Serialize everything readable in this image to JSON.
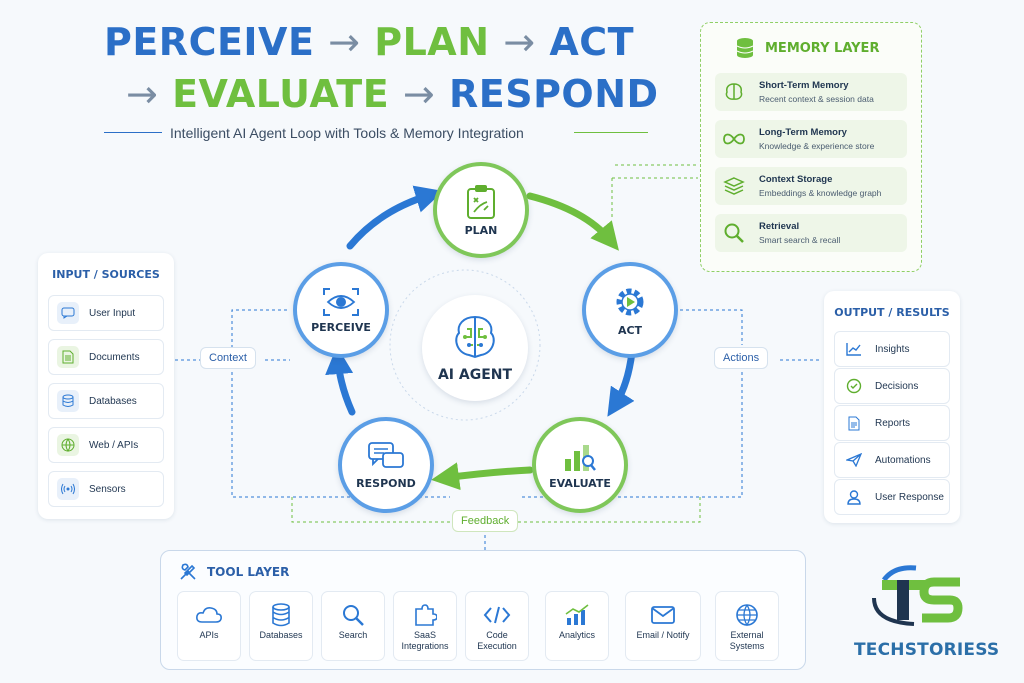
{
  "title": {
    "perceive": "PERCEIVE",
    "plan": "PLAN",
    "act": "ACT",
    "evaluate": "EVALUATE",
    "respond": "RESPOND",
    "arrow": "→"
  },
  "subtitle": "Intelligent AI Agent Loop with Tools & Memory Integration",
  "center": {
    "label": "AI AGENT"
  },
  "nodes": {
    "plan": "PLAN",
    "perceive": "PERCEIVE",
    "act": "ACT",
    "respond": "RESPOND",
    "evaluate": "EVALUATE"
  },
  "connectors": {
    "context": "Context",
    "actions": "Actions",
    "feedback": "Feedback"
  },
  "memory": {
    "heading": "MEMORY LAYER",
    "items": [
      {
        "title": "Short-Term Memory",
        "desc": "Recent context & session data"
      },
      {
        "title": "Long-Term Memory",
        "desc": "Knowledge & experience store"
      },
      {
        "title": "Context Storage",
        "desc": "Embeddings & knowledge graph"
      },
      {
        "title": "Retrieval",
        "desc": "Smart search & recall"
      }
    ]
  },
  "inputs": {
    "heading": "INPUT / SOURCES",
    "items": [
      "User Input",
      "Documents",
      "Databases",
      "Web / APIs",
      "Sensors"
    ]
  },
  "outputs": {
    "heading": "OUTPUT / RESULTS",
    "items": [
      "Insights",
      "Decisions",
      "Reports",
      "Automations",
      "User Response"
    ]
  },
  "tools": {
    "heading": "TOOL LAYER",
    "items": [
      "APIs",
      "Databases",
      "Search",
      "SaaS Integrations",
      "Code Execution",
      "Analytics",
      "Email / Notify",
      "External Systems"
    ]
  },
  "logo": {
    "text": "TECHSTORIESS",
    "mark": "TS"
  },
  "colors": {
    "blue": "#2b6fc7",
    "green": "#6fbf3f",
    "navy": "#1f3550"
  }
}
